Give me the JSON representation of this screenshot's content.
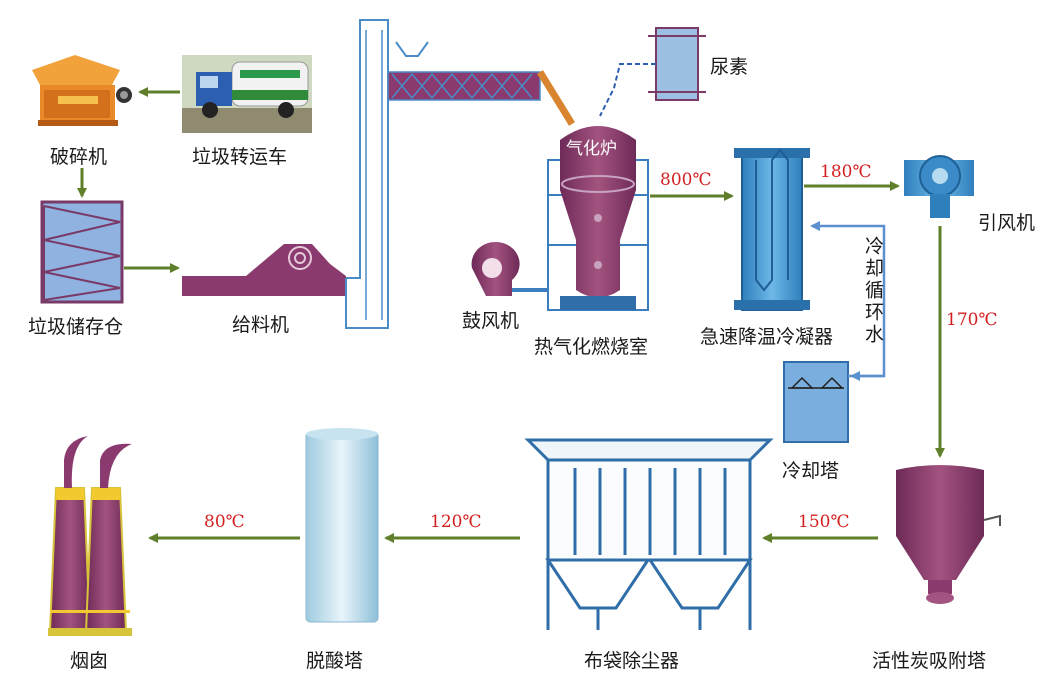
{
  "labels": {
    "crusher": "破碎机",
    "garbage_truck": "垃圾转运车",
    "storage_bin": "垃圾储存仓",
    "feeder": "给料机",
    "urea": "尿素",
    "gasifier": "气化炉",
    "blower": "鼓风机",
    "combustion_chamber": "热气化燃烧室",
    "quench_condenser": "急速降温冷凝器",
    "induced_fan": "引风机",
    "cooling_water": "冷却循环水",
    "cooling_tower": "冷却塔",
    "activated_carbon_tower": "活性炭吸附塔",
    "bag_filter": "布袋除尘器",
    "deacid_tower": "脱酸塔",
    "chimney": "烟囱"
  },
  "temperatures": {
    "t800": "800℃",
    "t180": "180℃",
    "t170": "170℃",
    "t150": "150℃",
    "t120": "120℃",
    "t80": "80℃"
  },
  "colors": {
    "flow_arrow": "#5f7f2a",
    "water_arrow": "#5b8fd0",
    "temperature_text": "#d42020",
    "equipment_purple": "#8a3a6e",
    "equipment_blue": "#3a8bc8",
    "bin_fill": "#8fb2e0"
  }
}
